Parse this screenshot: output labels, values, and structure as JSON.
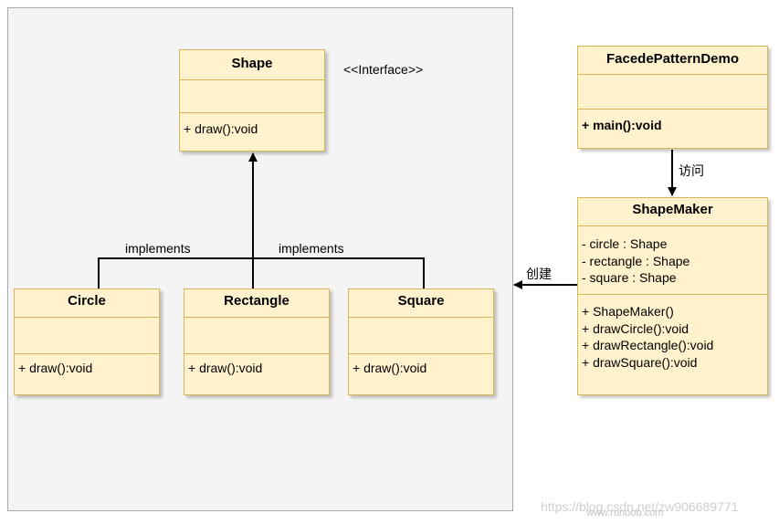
{
  "diagram": {
    "classes": {
      "shape": {
        "name": "Shape",
        "operations": [
          "+ draw():void"
        ]
      },
      "circle": {
        "name": "Circle",
        "operations": [
          "+ draw():void"
        ]
      },
      "rectangle": {
        "name": "Rectangle",
        "operations": [
          "+ draw():void"
        ]
      },
      "square": {
        "name": "Square",
        "operations": [
          "+ draw():void"
        ]
      },
      "facade_demo": {
        "name": "FacedePatternDemo",
        "operations": [
          "+ main():void"
        ]
      },
      "shape_maker": {
        "name": "ShapeMaker",
        "attributes": [
          "- circle : Shape",
          "- rectangle : Shape",
          "- square : Shape"
        ],
        "operations": [
          "+ ShapeMaker()",
          "+ drawCircle():void",
          "+ drawRectangle():void",
          "+ drawSquare():void"
        ]
      }
    },
    "stereotype": "<<Interface>>",
    "edge_labels": {
      "implements_left": "implements",
      "implements_right": "implements",
      "visit": "访问",
      "create": "创建"
    },
    "watermark": {
      "url": "https://blog.csdn.net/zw906689771",
      "site": "www.runoob.com"
    },
    "colors": {
      "class_fill": "#fff2cc",
      "class_border": "#d6b656",
      "group_fill": "#f4f4f4",
      "edge": "#000000"
    }
  }
}
